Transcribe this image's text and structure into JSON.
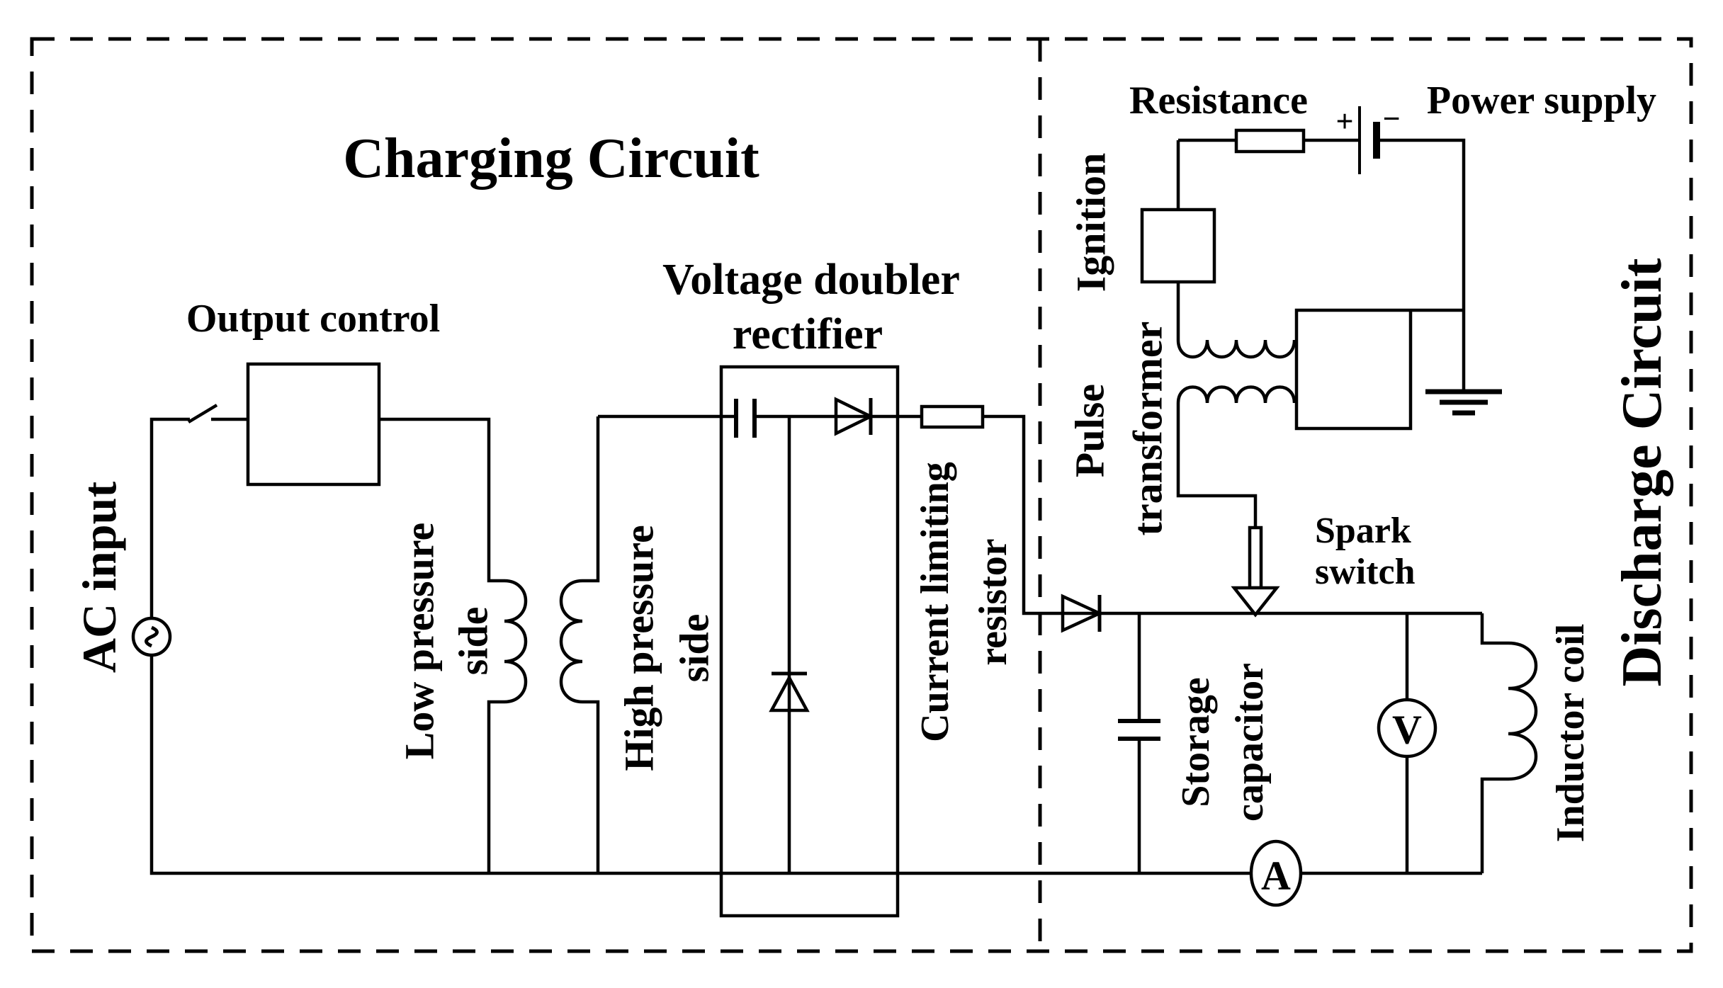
{
  "figure": {
    "type": "circuit-diagram",
    "background": "#ffffff",
    "ink": "#000000",
    "sections": [
      {
        "id": "charging",
        "title": "Charging Circuit"
      },
      {
        "id": "discharge",
        "title": "Discharge Circuit"
      }
    ],
    "labels": {
      "ac_input": "AC input",
      "output_control": "Output control",
      "low_pressure_side": {
        "line1": "Low pressure",
        "line2": "side"
      },
      "high_pressure_side": {
        "line1": "High pressure",
        "line2": "side"
      },
      "voltage_doubler": {
        "line1": "Voltage doubler",
        "line2": "rectifier"
      },
      "current_limiting": {
        "line1": "Current limiting",
        "line2": "resistor"
      },
      "resistance": "Resistance",
      "power_supply": "Power supply",
      "ignition": "Ignition",
      "pulse_transformer": {
        "line1": "Pulse",
        "line2": "transformer"
      },
      "spark_switch": {
        "line1": "Spark",
        "line2": "switch"
      },
      "storage_capacitor": {
        "line1": "Storage",
        "line2": "capacitor"
      },
      "inductor_coil": "Inductor coil"
    },
    "symbols": {
      "voltmeter": "V",
      "ammeter": "A",
      "battery_plus": "+",
      "battery_minus": "−",
      "ac_source": "∼"
    }
  }
}
